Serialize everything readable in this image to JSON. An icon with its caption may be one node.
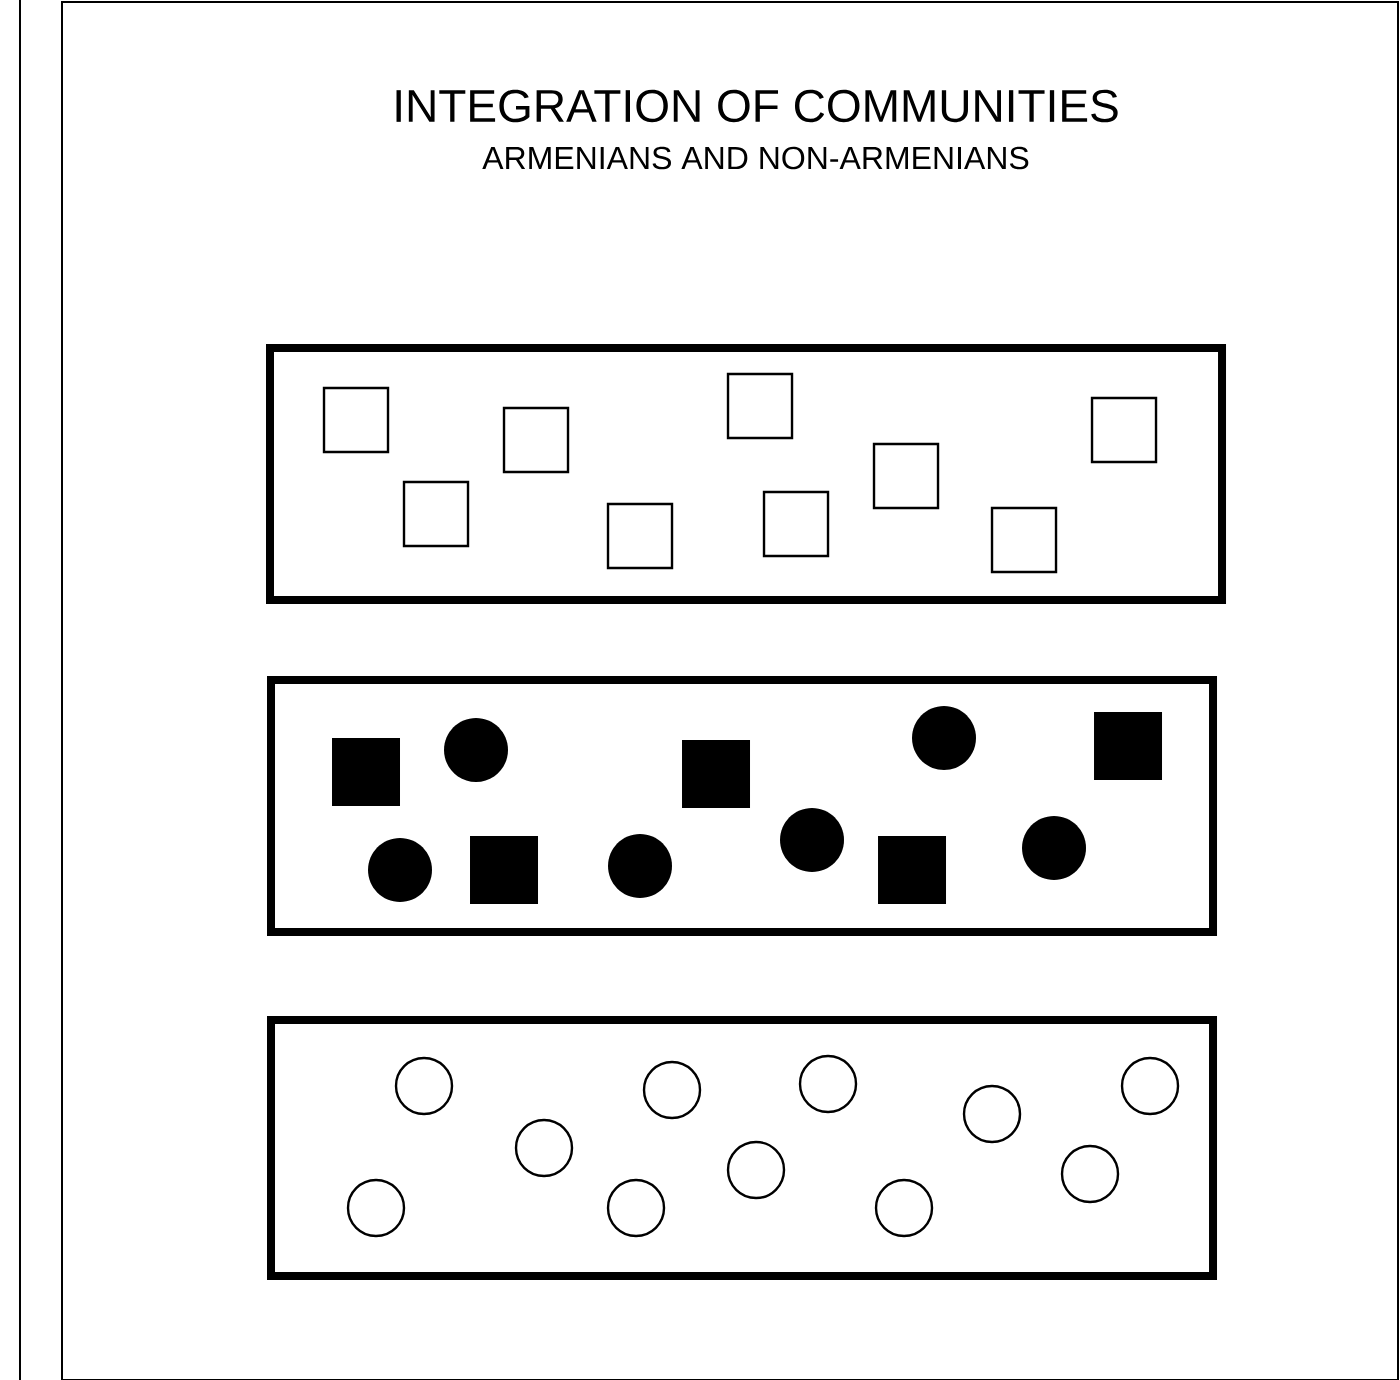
{
  "diagram": {
    "title": "INTEGRATION OF COMMUNITIES",
    "nodes": [
      {
        "text": [],
        "shape": "box"
      },
      {
        "text": [],
        "shape": "box"
      },
      {
        "text": [],
        "shape": "box"
      }
    ],
    "labels": [
      "ARMENIANS AND NON-ARMENIANS"
    ]
  }
}
